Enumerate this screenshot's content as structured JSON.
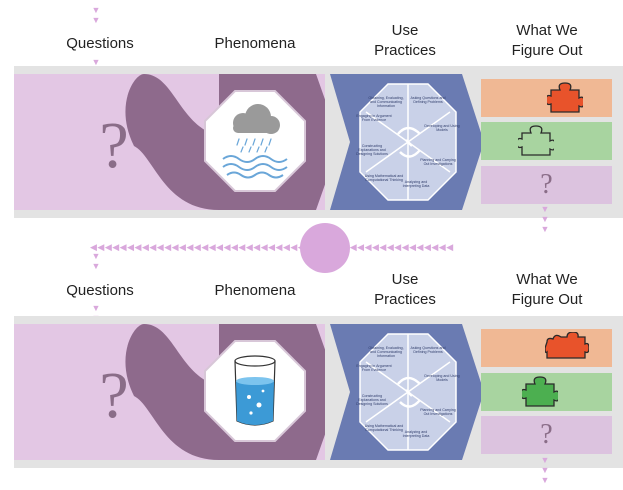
{
  "cycle_1": {
    "header": {
      "questions": "Questions",
      "phenomena": "Phenomena",
      "use_practices_line1": "Use",
      "use_practices_line2": "Practices",
      "figure_out_line1": "What We",
      "figure_out_line2": "Figure Out"
    },
    "question_mark": "?",
    "phenomenon_icon": "rain-cloud-icon",
    "figure_out_slots": [
      {
        "icon": "puzzle-piece-icon",
        "color": "#f0b894",
        "piece_color": "#e8532b"
      },
      {
        "icon": "puzzle-piece-outline-icon",
        "color": "#a8d4a0",
        "piece_color": "#a8d4a0"
      },
      {
        "icon": "question-mark",
        "text": "?",
        "color": "#dcc3df"
      }
    ]
  },
  "cycle_2": {
    "header": {
      "questions": "Questions",
      "phenomena": "Phenomena",
      "use_practices_line1": "Use",
      "use_practices_line2": "Practices",
      "figure_out_line1": "What We",
      "figure_out_line2": "Figure Out"
    },
    "question_mark": "?",
    "phenomenon_icon": "water-glass-icon",
    "figure_out_slots": [
      {
        "icon": "puzzle-piece-icon",
        "color": "#f0b894",
        "piece_color": "#e8532b"
      },
      {
        "icon": "puzzle-piece-icon",
        "color": "#a8d4a0",
        "piece_color": "#4caf50"
      },
      {
        "icon": "question-mark",
        "text": "?",
        "color": "#dcc3df"
      }
    ]
  },
  "practices": [
    "Obtaining, Evaluating, and Communicating Information",
    "Asking Questions and Defining Problems",
    "Developing and Using Models",
    "Planning and Carrying Out Investigations",
    "Analyzing and Interpreting Data",
    "Using Mathematical and Computational Thinking",
    "Constructing Explanations and Designing Solutions",
    "Engaging in Argument From Evidence"
  ],
  "colors": {
    "lavender": "#e3c7e4",
    "purple": "#8e6a8c",
    "practices_blue": "#6a7bb2",
    "practices_octagon": "#c9d1e8",
    "band_gray": "#e3e3e3",
    "connector_pink": "#d9a8dc"
  }
}
